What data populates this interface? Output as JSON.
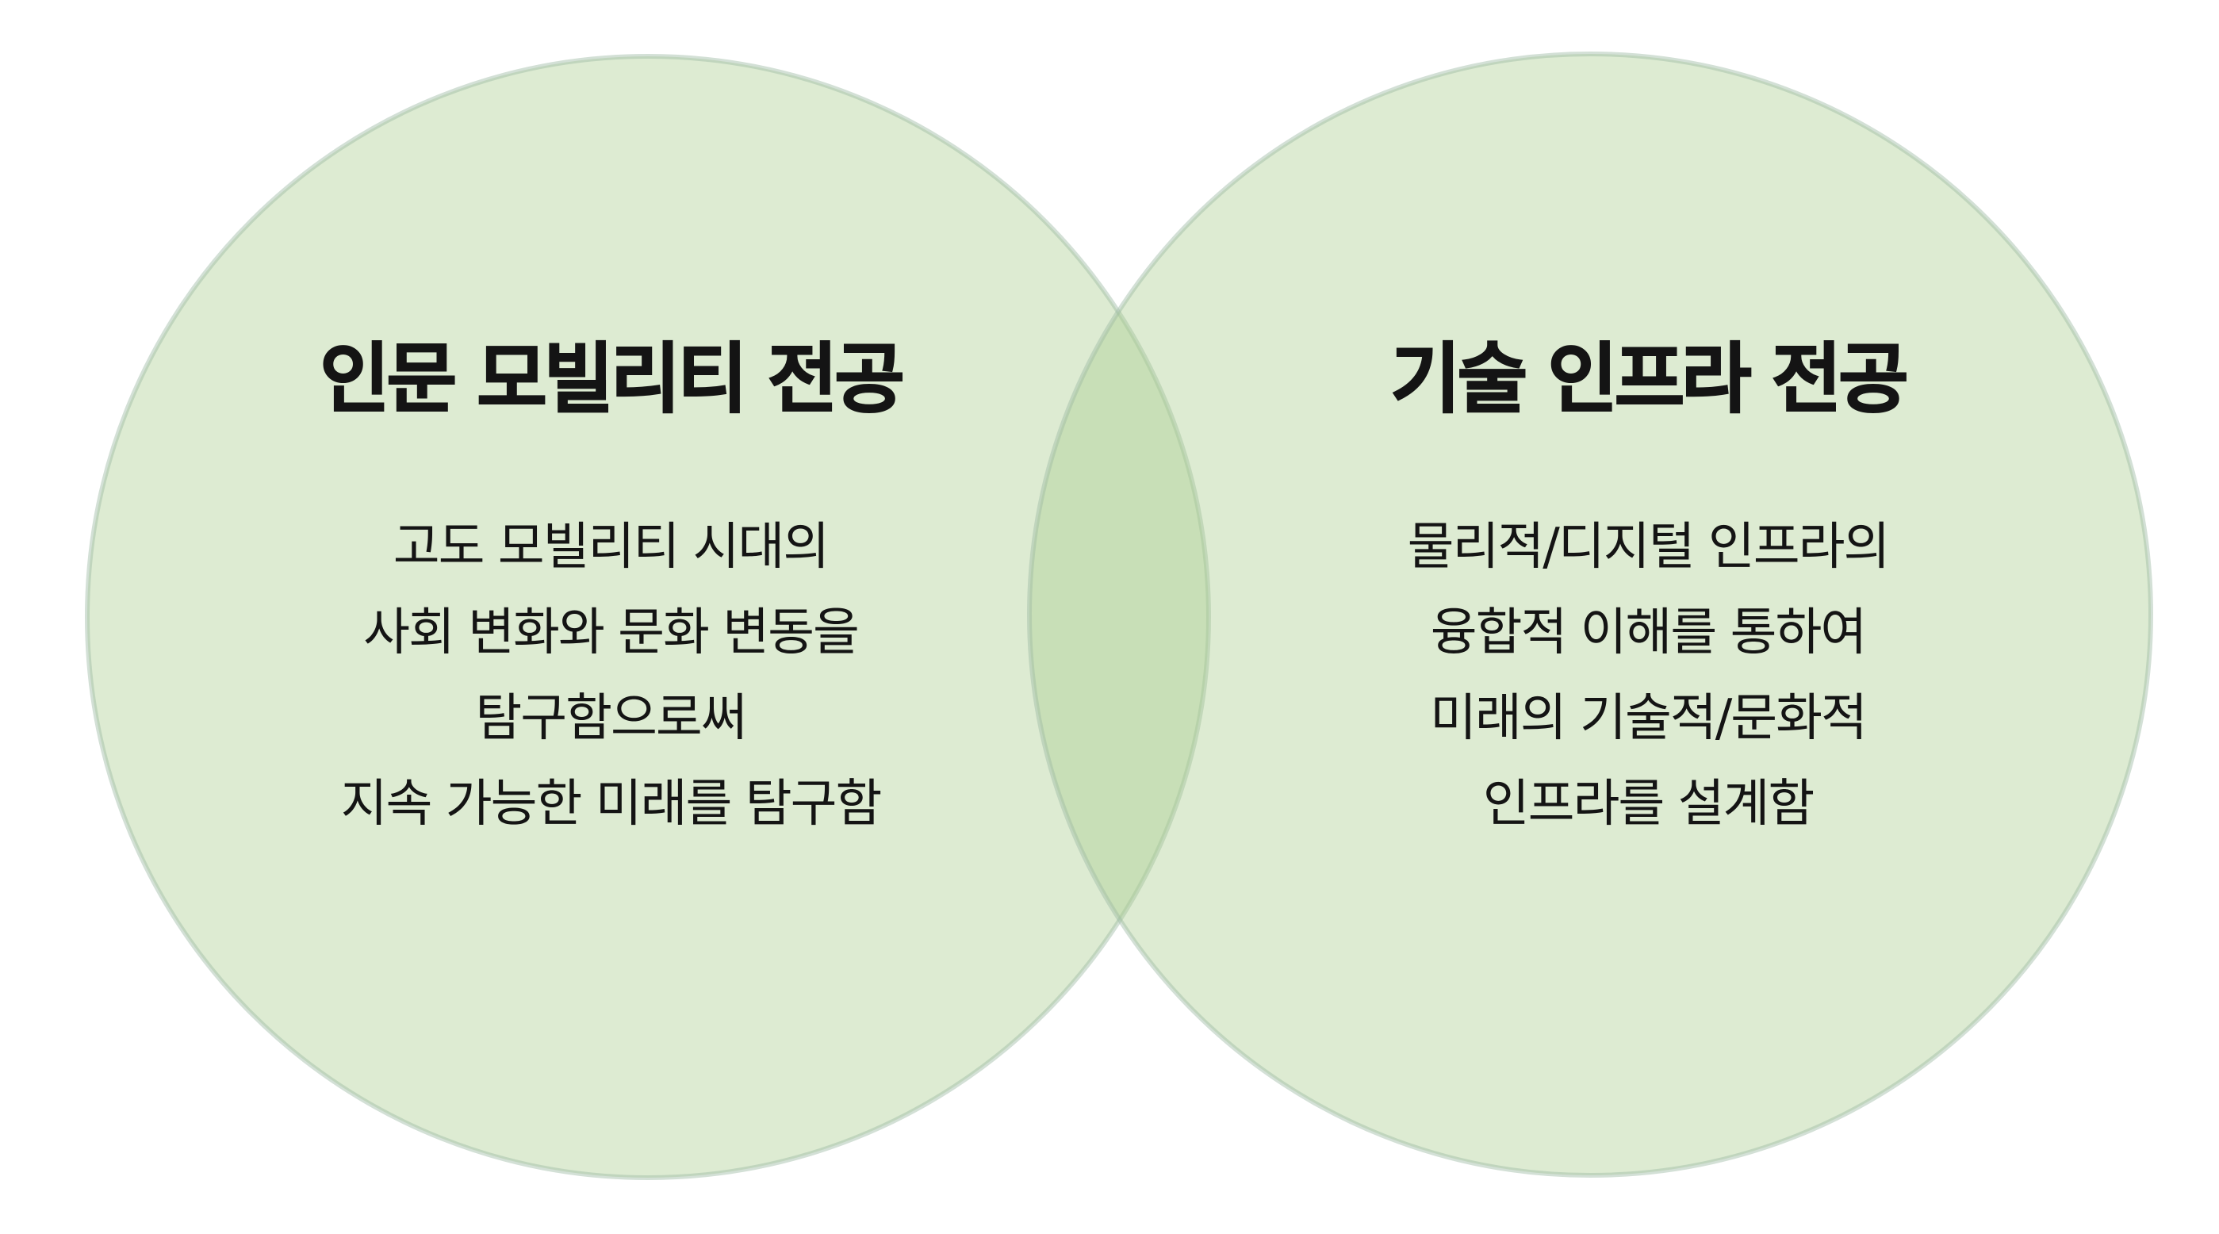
{
  "diagram": {
    "type": "venn",
    "colors": {
      "fill": "#a9cd8e",
      "stroke": "#9dbba4",
      "text": "#141414"
    },
    "left": {
      "title": "인문 모빌리티 전공",
      "lines": [
        "고도 모빌리티 시대의",
        "사회 변화와 문화 변동을",
        "탐구함으로써",
        "지속 가능한 미래를 탐구함"
      ]
    },
    "right": {
      "title": "기술 인프라 전공",
      "lines": [
        "물리적/디지털 인프라의",
        "융합적 이해를 통하여",
        "미래의 기술적/문화적",
        "인프라를 설계함"
      ]
    }
  }
}
